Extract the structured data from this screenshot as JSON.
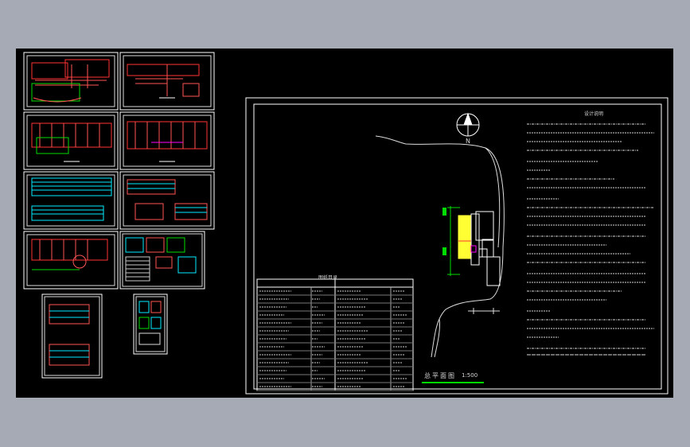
{
  "viewport_bg": "#a6aab4",
  "canvas_bg": "#000000",
  "colors": {
    "white": "#ffffff",
    "red": "#ff3030",
    "green": "#00e000",
    "cyan": "#00e5ff",
    "yellow": "#ffff30",
    "magenta": "#ff40ff",
    "gray": "#bfbfbf"
  },
  "site_plan": {
    "title": "总平面图",
    "scale": "1:500",
    "north": "N"
  },
  "table": {
    "title": "图纸目录"
  },
  "notes": {
    "title": "设计说明"
  }
}
